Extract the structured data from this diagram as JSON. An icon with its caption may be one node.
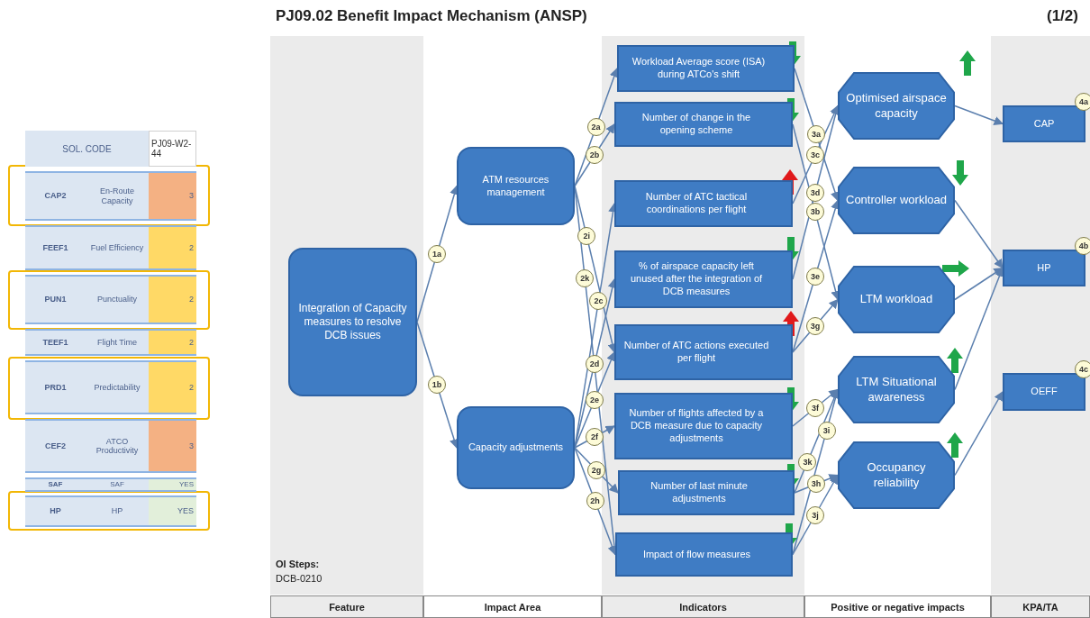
{
  "diagram": {
    "title": "PJ09.02 Benefit Impact Mechanism (ANSP)",
    "nodes": [
      {
        "text": [
          "Integration of Capacity measures to resolve DCB issues"
        ]
      },
      {
        "text": [
          "ATM resources management"
        ]
      },
      {
        "text": [
          "Capacity adjustments"
        ]
      },
      {
        "text": [
          "Workload Average score (ISA) during ATCo's shift"
        ]
      },
      {
        "text": [
          "Number of change in the opening scheme"
        ]
      },
      {
        "text": [
          "Number of ATC tactical coordinations per flight"
        ]
      },
      {
        "text": [
          "% of airspace capacity left unused after the integration of DCB measures"
        ]
      },
      {
        "text": [
          "Number of ATC actions executed per flight"
        ]
      },
      {
        "text": [
          "Number of flights affected by a DCB measure due to capacity adjustments"
        ]
      },
      {
        "text": [
          "Number of last minute adjustments"
        ]
      },
      {
        "text": [
          "Impact of flow measures"
        ]
      },
      {
        "text": [
          "Optimised airspace capacity"
        ]
      },
      {
        "text": [
          "Controller workload"
        ]
      },
      {
        "text": [
          "LTM workload"
        ]
      },
      {
        "text": [
          "LTM Situational awareness"
        ]
      },
      {
        "text": [
          "Occupancy reliability"
        ]
      },
      {
        "text": [
          "CAP"
        ],
        "beside": [
          "4a"
        ]
      },
      {
        "text": [
          "HP"
        ],
        "beside": [
          "4b"
        ]
      },
      {
        "text": [
          "OEFF"
        ],
        "beside": [
          "4c"
        ]
      }
    ],
    "edges": [
      {
        "from": 0,
        "to": 1,
        "arrow": "to",
        "label": "1a"
      },
      {
        "from": 0,
        "to": 2,
        "arrow": "to",
        "label": "1b"
      },
      {
        "from": 1,
        "to": 3,
        "arrow": "to",
        "label": "2a"
      },
      {
        "from": 1,
        "to": 4,
        "arrow": "to",
        "label": "2b"
      },
      {
        "from": 1,
        "to": 7,
        "arrow": "to",
        "label": "2i"
      },
      {
        "from": 1,
        "to": 10,
        "arrow": "to",
        "label": "2k"
      },
      {
        "from": 2,
        "to": 5,
        "arrow": "to",
        "label": "2c"
      },
      {
        "from": 2,
        "to": 6,
        "arrow": "to",
        "label": "2d"
      },
      {
        "from": 2,
        "to": 7,
        "arrow": "to",
        "label": "2e"
      },
      {
        "from": 2,
        "to": 8,
        "arrow": "to",
        "label": "2f"
      },
      {
        "from": 2,
        "to": 9,
        "arrow": "to",
        "label": "2g"
      },
      {
        "from": 2,
        "to": 10,
        "arrow": "to",
        "label": "2h"
      },
      {
        "from": 3,
        "to": 12,
        "arrow": "to",
        "label": "3a"
      },
      {
        "from": 4,
        "to": 13,
        "arrow": "to",
        "label": "3b"
      },
      {
        "from": 5,
        "to": 11,
        "arrow": "to",
        "label": "3c"
      },
      {
        "from": 6,
        "to": 11,
        "arrow": "to",
        "label": "3d"
      },
      {
        "from": 7,
        "to": 12,
        "arrow": "to",
        "label": "3e"
      },
      {
        "from": 7,
        "to": 13,
        "arrow": "to",
        "label": "3g"
      },
      {
        "from": 8,
        "to": 14,
        "arrow": "to",
        "label": "3f"
      },
      {
        "from": 9,
        "to": 14,
        "arrow": "to",
        "label": "3k"
      },
      {
        "from": 9,
        "to": 15,
        "arrow": "to",
        "label": "3h"
      },
      {
        "from": 10,
        "to": 14,
        "arrow": "to",
        "label": "3i"
      },
      {
        "from": 10,
        "to": 15,
        "arrow": "to",
        "label": "3j"
      },
      {
        "from": 11,
        "to": 16,
        "arrow": "to"
      },
      {
        "from": 12,
        "to": 17,
        "arrow": "to"
      },
      {
        "from": 13,
        "to": 17,
        "arrow": "to"
      },
      {
        "from": 14,
        "to": 17,
        "arrow": "to"
      },
      {
        "from": 15,
        "to": 18,
        "arrow": "to"
      }
    ],
    "labels": [
      "(1/2)",
      "SOL. CODE",
      "PJ09-W2-44",
      "CAP2",
      "En-Route Capacity",
      "3",
      "FEEF1",
      "Fuel Efficiency",
      "2",
      "PUN1",
      "Punctuality",
      "2",
      "TEEF1",
      "Flight Time",
      "2",
      "PRD1",
      "Predictability",
      "2",
      "CEF2",
      "ATCO Productivity",
      "3",
      "SAF",
      "SAF",
      "YES",
      "HP",
      "HP",
      "YES",
      "OI Steps:",
      "DCB-0210",
      "Feature",
      "Impact Area",
      "Indicators",
      "Positive or negative impacts",
      "KPA/TA"
    ]
  }
}
